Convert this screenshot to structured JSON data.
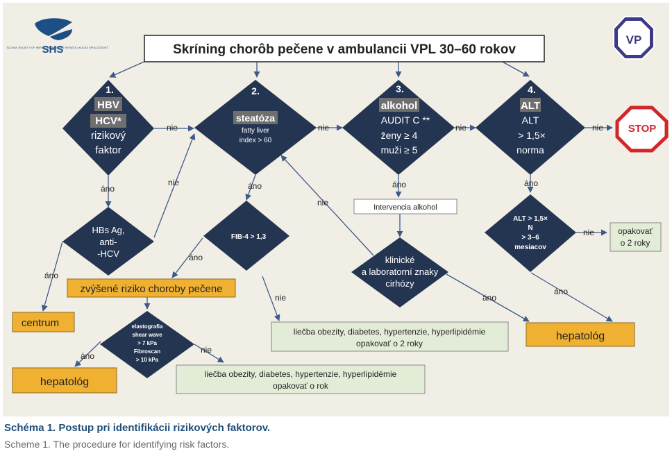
{
  "colors": {
    "panel_bg": "#f1eee5",
    "diamond": "#243552",
    "diamond_text": "#ffffff",
    "highlight": "#6f6f6f",
    "orange": "#f0b132",
    "green": "#e3ecd7",
    "arrow": "#3c5a8a",
    "stop_red": "#d1272b",
    "caption_title": "#1f4e79",
    "caption_sub": "#6b6b6b"
  },
  "logos": {
    "shs": "SHS",
    "shs_left": "SLOVAK SOCIETY OF HEPATOLOGY",
    "shs_right": "SLOVENSKÁ HEPATOLOGICKÁ SPOLOČNOSŤ",
    "vp": "VP"
  },
  "title": "Skríning chorôb pečene v ambulancii VPL 30–60 rokov",
  "diamonds": {
    "d1": {
      "num": "1.",
      "hl1": "HBV",
      "hl2": "HCV*",
      "line3": "rizikový",
      "line4": "faktor"
    },
    "d2": {
      "num": "2.",
      "hl": "steatóza",
      "line2": "fatty liver",
      "line3": "index > 60"
    },
    "d3": {
      "num": "3.",
      "hl": "alkohol",
      "line2": "AUDIT C **",
      "line3": "ženy ≥ 4",
      "line4": "muži ≥ 5"
    },
    "d4": {
      "num": "4.",
      "hl": "ALT",
      "line2": "ALT",
      "line3": "> 1,5×",
      "line4": "norma"
    },
    "hbs": {
      "line1": "HBs Ag,",
      "line2": "anti-",
      "line3": "-HCV"
    },
    "fib": {
      "line1": "FIB-4 > 1,3"
    },
    "cirh": {
      "line1": "klinické",
      "line2": "a laboratorní znaky",
      "line3": "cirhózy"
    },
    "alt2": {
      "line1": "ALT > 1,5×",
      "line2": "N",
      "line3": "> 3–6",
      "line4": "mesiacov"
    },
    "elast": {
      "line1": "elastografia",
      "line2": "shear wave",
      "line3": "> 7 kPa",
      "line4": "Fibroscan",
      "line5": "> 10 kPa"
    }
  },
  "stop": "STOP",
  "boxes": {
    "intervencia": "Intervencia alkohol",
    "opakovat": {
      "line1": "opakovať",
      "line2": "o 2 roky"
    },
    "zvysene": "zvýšené riziko choroby pečene",
    "centrum": "centrum",
    "hepatolog_right": "hepatológ",
    "hepatolog_left": "hepatológ",
    "liecba1": {
      "line1": "liečba obezity, diabetes, hypertenzie, hyperlipidémie",
      "line2": "opakovať o 2 roky"
    },
    "liecba2": {
      "line1": "liečba obezity,  diabetes, hypertenzie, hyperlipidémie",
      "line2": "opakovať o rok"
    }
  },
  "labels": {
    "nie": "nie",
    "ano": "áno"
  },
  "caption": {
    "title": "Schéma 1. Postup pri identifikácii rizikových faktorov.",
    "subtitle": "Scheme 1. The procedure for identifying risk factors."
  }
}
